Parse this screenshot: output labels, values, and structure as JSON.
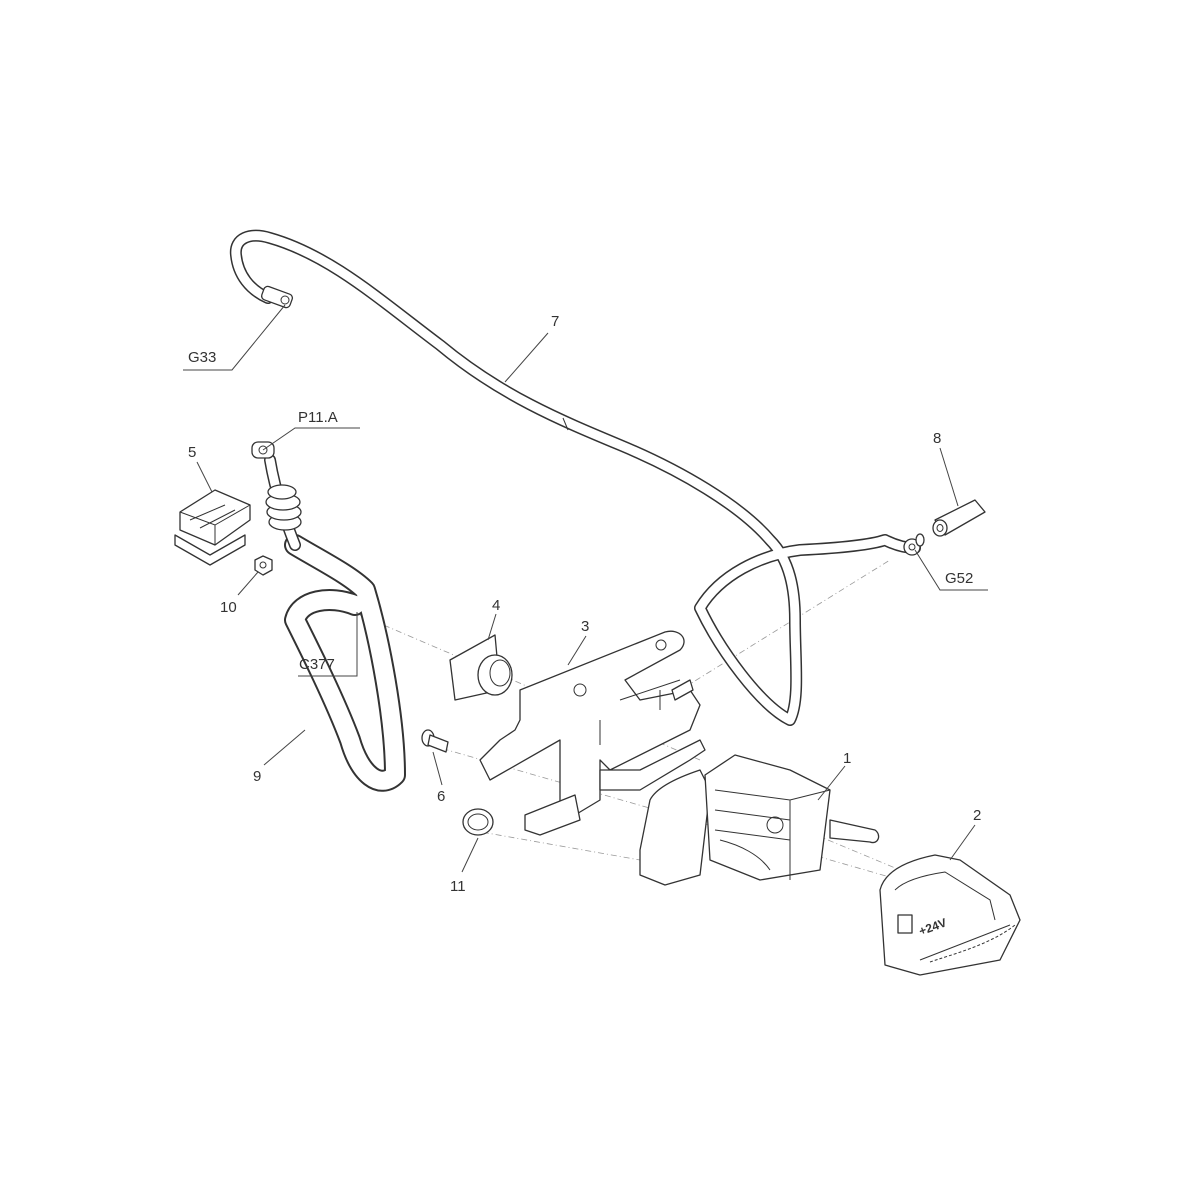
{
  "diagram": {
    "callouts": [
      {
        "id": "G33",
        "label": "G33"
      },
      {
        "id": "7",
        "label": "7"
      },
      {
        "id": "P11A",
        "label": "P11.A"
      },
      {
        "id": "5",
        "label": "5"
      },
      {
        "id": "10",
        "label": "10"
      },
      {
        "id": "8",
        "label": "8"
      },
      {
        "id": "G52",
        "label": "G52"
      },
      {
        "id": "4",
        "label": "4"
      },
      {
        "id": "3",
        "label": "3"
      },
      {
        "id": "C377",
        "label": "C377"
      },
      {
        "id": "1",
        "label": "1"
      },
      {
        "id": "9",
        "label": "9"
      },
      {
        "id": "6",
        "label": "6"
      },
      {
        "id": "11",
        "label": "11"
      },
      {
        "id": "2",
        "label": "2"
      }
    ],
    "cover_marking": "+24V"
  }
}
